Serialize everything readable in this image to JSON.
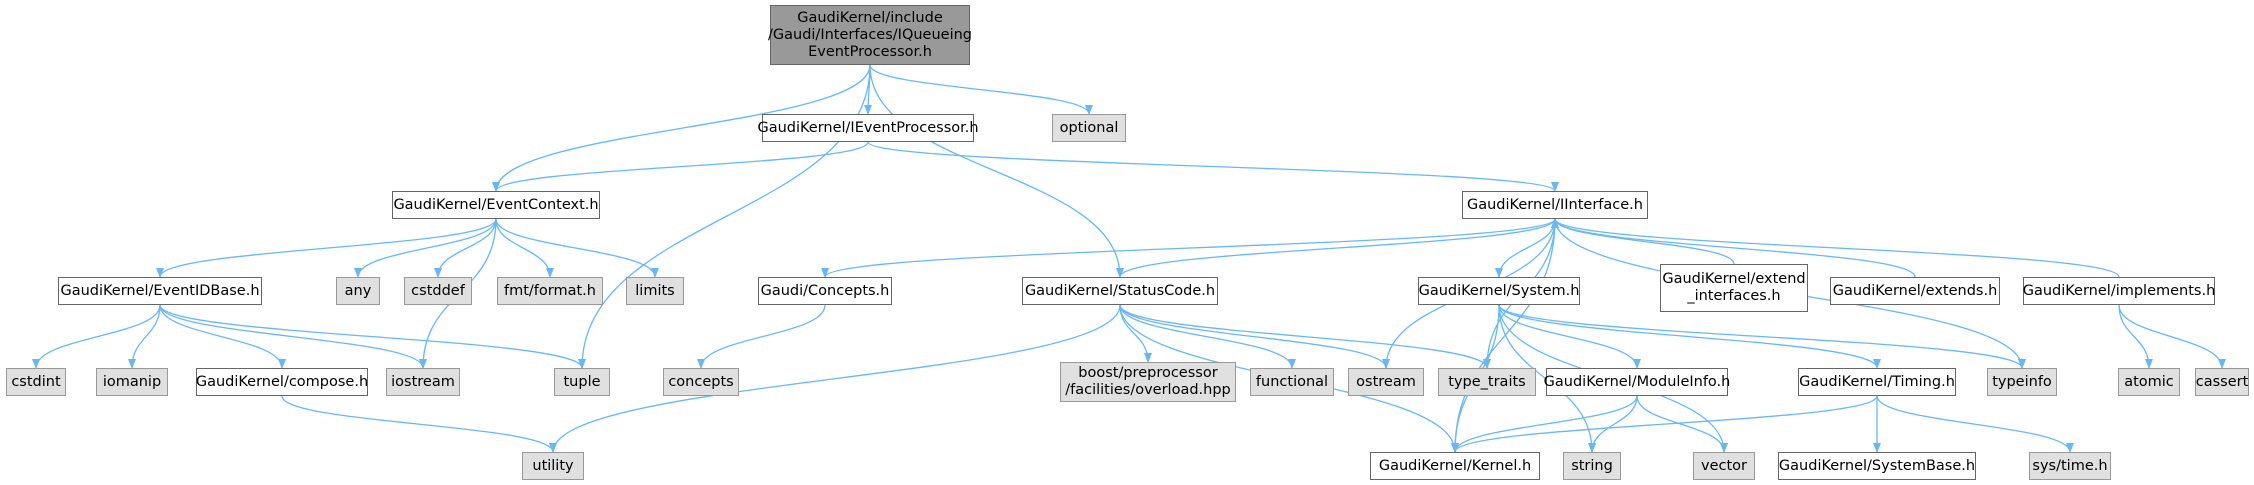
{
  "colors": {
    "edge": "#63b8ff",
    "root_fill": "#999999",
    "external_fill": "#e0e0e0",
    "header_fill": "#ffffff"
  },
  "nodes": [
    {
      "id": "root",
      "label": "GaudiKernel/include\n/Gaudi/Interfaces/IQueueing\nEventProcessor.h",
      "kind": "root"
    },
    {
      "id": "ieventprocessor",
      "label": "GaudiKernel/IEventProcessor.h",
      "kind": "header"
    },
    {
      "id": "optional",
      "label": "optional",
      "kind": "external"
    },
    {
      "id": "eventcontext",
      "label": "GaudiKernel/EventContext.h",
      "kind": "header"
    },
    {
      "id": "iinterface",
      "label": "GaudiKernel/IInterface.h",
      "kind": "header"
    },
    {
      "id": "eventidbase",
      "label": "GaudiKernel/EventIDBase.h",
      "kind": "header"
    },
    {
      "id": "any",
      "label": "any",
      "kind": "external"
    },
    {
      "id": "cstddef",
      "label": "cstddef",
      "kind": "external"
    },
    {
      "id": "fmtformat",
      "label": "fmt/format.h",
      "kind": "external"
    },
    {
      "id": "limits",
      "label": "limits",
      "kind": "external"
    },
    {
      "id": "concepts_h",
      "label": "Gaudi/Concepts.h",
      "kind": "header"
    },
    {
      "id": "statuscode",
      "label": "GaudiKernel/StatusCode.h",
      "kind": "header"
    },
    {
      "id": "system",
      "label": "GaudiKernel/System.h",
      "kind": "header"
    },
    {
      "id": "extend_interfaces",
      "label": "GaudiKernel/extend\n_interfaces.h",
      "kind": "header"
    },
    {
      "id": "extends",
      "label": "GaudiKernel/extends.h",
      "kind": "header"
    },
    {
      "id": "implements",
      "label": "GaudiKernel/implements.h",
      "kind": "header"
    },
    {
      "id": "cstdint",
      "label": "cstdint",
      "kind": "external"
    },
    {
      "id": "iomanip",
      "label": "iomanip",
      "kind": "external"
    },
    {
      "id": "compose",
      "label": "GaudiKernel/compose.h",
      "kind": "header"
    },
    {
      "id": "iostream",
      "label": "iostream",
      "kind": "external"
    },
    {
      "id": "tuple",
      "label": "tuple",
      "kind": "external"
    },
    {
      "id": "concepts",
      "label": "concepts",
      "kind": "external"
    },
    {
      "id": "overload",
      "label": "boost/preprocessor\n/facilities/overload.hpp",
      "kind": "external"
    },
    {
      "id": "functional",
      "label": "functional",
      "kind": "external"
    },
    {
      "id": "ostream",
      "label": "ostream",
      "kind": "external"
    },
    {
      "id": "type_traits",
      "label": "type_traits",
      "kind": "external"
    },
    {
      "id": "moduleinfo",
      "label": "GaudiKernel/ModuleInfo.h",
      "kind": "header"
    },
    {
      "id": "timing",
      "label": "GaudiKernel/Timing.h",
      "kind": "header"
    },
    {
      "id": "typeinfo",
      "label": "typeinfo",
      "kind": "external"
    },
    {
      "id": "atomic",
      "label": "atomic",
      "kind": "external"
    },
    {
      "id": "cassert",
      "label": "cassert",
      "kind": "external"
    },
    {
      "id": "utility",
      "label": "utility",
      "kind": "external"
    },
    {
      "id": "kernel",
      "label": "GaudiKernel/Kernel.h",
      "kind": "header"
    },
    {
      "id": "string",
      "label": "string",
      "kind": "external"
    },
    {
      "id": "vector",
      "label": "vector",
      "kind": "external"
    },
    {
      "id": "systembase",
      "label": "GaudiKernel/SystemBase.h",
      "kind": "header"
    },
    {
      "id": "systime",
      "label": "sys/time.h",
      "kind": "external"
    }
  ],
  "edges": [
    [
      "root",
      "eventcontext"
    ],
    [
      "root",
      "tuple"
    ],
    [
      "root",
      "ieventprocessor"
    ],
    [
      "root",
      "statuscode"
    ],
    [
      "root",
      "optional"
    ],
    [
      "ieventprocessor",
      "eventcontext"
    ],
    [
      "ieventprocessor",
      "iinterface"
    ],
    [
      "eventcontext",
      "eventidbase"
    ],
    [
      "eventcontext",
      "iostream"
    ],
    [
      "eventcontext",
      "any"
    ],
    [
      "eventcontext",
      "cstddef"
    ],
    [
      "eventcontext",
      "fmtformat"
    ],
    [
      "eventcontext",
      "limits"
    ],
    [
      "eventidbase",
      "cstdint"
    ],
    [
      "eventidbase",
      "iomanip"
    ],
    [
      "eventidbase",
      "compose"
    ],
    [
      "eventidbase",
      "iostream"
    ],
    [
      "eventidbase",
      "tuple"
    ],
    [
      "compose",
      "utility"
    ],
    [
      "iinterface",
      "concepts_h"
    ],
    [
      "iinterface",
      "statuscode"
    ],
    [
      "iinterface",
      "kernel"
    ],
    [
      "iinterface",
      "ostream"
    ],
    [
      "iinterface",
      "type_traits"
    ],
    [
      "iinterface",
      "system"
    ],
    [
      "iinterface",
      "typeinfo"
    ],
    [
      "concepts_h",
      "concepts"
    ],
    [
      "statuscode",
      "utility"
    ],
    [
      "statuscode",
      "overload"
    ],
    [
      "statuscode",
      "functional"
    ],
    [
      "statuscode",
      "ostream"
    ],
    [
      "statuscode",
      "type_traits"
    ],
    [
      "statuscode",
      "kernel"
    ],
    [
      "system",
      "kernel"
    ],
    [
      "system",
      "moduleinfo"
    ],
    [
      "system",
      "string"
    ],
    [
      "system",
      "vector"
    ],
    [
      "system",
      "timing"
    ],
    [
      "system",
      "typeinfo"
    ],
    [
      "moduleinfo",
      "kernel"
    ],
    [
      "moduleinfo",
      "string"
    ],
    [
      "moduleinfo",
      "vector"
    ],
    [
      "timing",
      "kernel"
    ],
    [
      "timing",
      "systembase"
    ],
    [
      "timing",
      "systime"
    ],
    [
      "extend_interfaces",
      "iinterface"
    ],
    [
      "extends",
      "iinterface"
    ],
    [
      "implements",
      "iinterface"
    ],
    [
      "implements",
      "atomic"
    ],
    [
      "implements",
      "cassert"
    ]
  ]
}
